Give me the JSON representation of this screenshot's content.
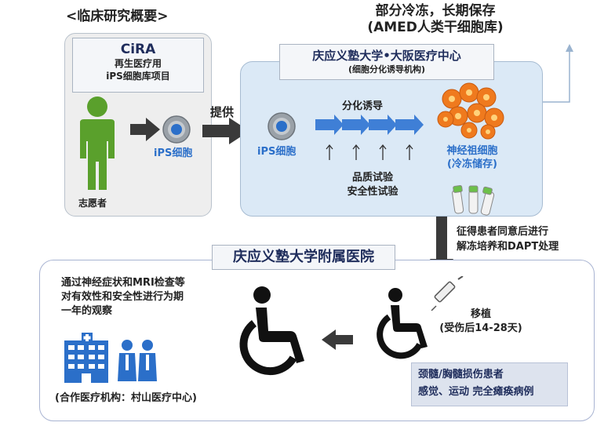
{
  "header": {
    "overview_label": "<临床研究概要>",
    "frozen_title_line1": "部分冷冻，长期保存",
    "frozen_title_line2": "(AMED人类干细胞库)"
  },
  "cira": {
    "title": "CiRA",
    "subtitle_line1": "再生医疗用",
    "subtitle_line2": "iPS细胞库项目",
    "donor_label": "志愿者",
    "ips_label": "iPS细胞",
    "provide_label": "提供"
  },
  "keio_osaka": {
    "title": "庆应义塾大学•大阪医疗中心",
    "subtitle": "(细胞分化诱导机构)",
    "ips_label": "iPS细胞",
    "differentiation_label": "分化诱导",
    "quality_test": "品质试验",
    "safety_test": "安全性试验",
    "npc_line1": "神经祖细胞",
    "npc_line2": "(冷冻储存)"
  },
  "transfer_note": {
    "line1": "征得患者同意后进行",
    "line2": "解冻培养和DAPT处理"
  },
  "hospital": {
    "title": "庆应义塾大学附属医院",
    "observation_line1": "通过神经症状和MRI检查等",
    "observation_line2": "对有效性和安全性进行为期",
    "observation_line3": "一年的观察",
    "partner": "(合作医疗机构：村山医疗中心)",
    "transplant_line1": "移植",
    "transplant_line2": "(受伤后14-28天)",
    "patients_line1": "颈髓/胸髓损伤患者",
    "patients_line2": "感觉、运动 完全瘫痪病例"
  },
  "colors": {
    "green_person": "#5aa02c",
    "ips_blue": "#2b6fc9",
    "arrow_blue": "#3f7fd6",
    "dark_arrow": "#3a3a3a",
    "orange_cells": "#ef7a1e",
    "title_blue": "#1f3a93"
  }
}
